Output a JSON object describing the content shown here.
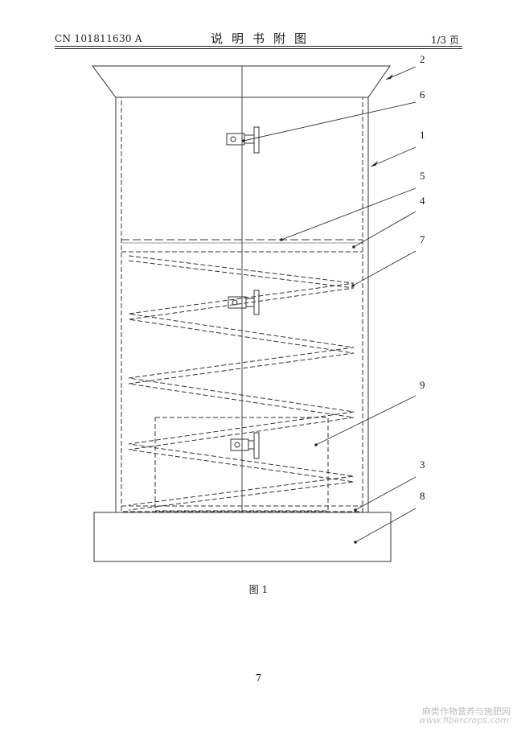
{
  "header": {
    "publication_number": "CN 101811630 A",
    "title": "说明书附图",
    "page_of": "1/3 页"
  },
  "figure": {
    "caption": "图 1",
    "reference_numerals": [
      "2",
      "6",
      "1",
      "5",
      "4",
      "7",
      "9",
      "3",
      "8"
    ]
  },
  "footer": {
    "page_number": "7",
    "watermark_text": "麻类作物营养与施肥网",
    "watermark_url": "www.fibercrops.com"
  }
}
